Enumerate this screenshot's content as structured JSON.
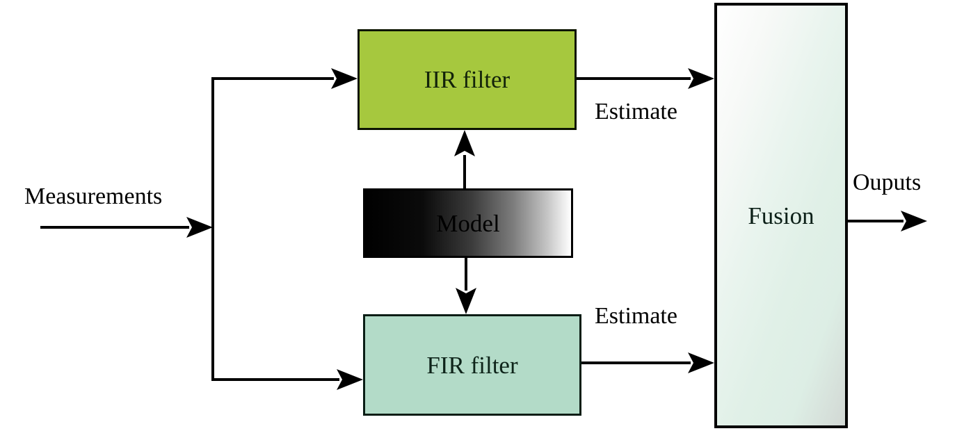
{
  "diagram": {
    "title_hint": "Dual IIR/FIR filter fusion block diagram",
    "background_color": "#ffffff",
    "line_color": "#000000",
    "nodes": {
      "iir": {
        "label": "IIR filter",
        "fill": "#a6c83e",
        "text_color": "#13230a",
        "shape": "rect"
      },
      "model": {
        "label": "Model",
        "fill_gradient": [
          "#000000",
          "#ffffff"
        ],
        "gradient_direction": "left-to-right",
        "text_color": "#000000",
        "shape": "rect"
      },
      "fir": {
        "label": "FIR filter",
        "fill": "#b3dbc8",
        "text_color": "#0e241a",
        "shape": "rect"
      },
      "fusion": {
        "label": "Fusion",
        "fill_gradient": [
          "#ffffff",
          "#e0f0e7",
          "#d2d8d4"
        ],
        "gradient_direction": "left-to-right",
        "text_color": "#0c2018",
        "shape": "tall-rect"
      }
    },
    "labels": {
      "measurements": {
        "text": "Measurements"
      },
      "estimate_top": {
        "text": "Estimate"
      },
      "estimate_bottom": {
        "text": "Estimate"
      },
      "outputs": {
        "text": "Ouputs"
      }
    },
    "edges": [
      {
        "from": "measurements-label",
        "to": "branch-point",
        "arrow": true
      },
      {
        "from": "branch-point",
        "to": "iir",
        "arrow": true
      },
      {
        "from": "branch-point",
        "to": "fir",
        "arrow": true
      },
      {
        "from": "model",
        "to": "iir",
        "arrow": true
      },
      {
        "from": "model",
        "to": "fir",
        "arrow": true
      },
      {
        "from": "iir",
        "to": "fusion",
        "arrow": true,
        "label": "Estimate"
      },
      {
        "from": "fir",
        "to": "fusion",
        "arrow": true,
        "label": "Estimate"
      },
      {
        "from": "fusion",
        "to": "output",
        "arrow": true,
        "label": "Ouputs"
      }
    ]
  }
}
